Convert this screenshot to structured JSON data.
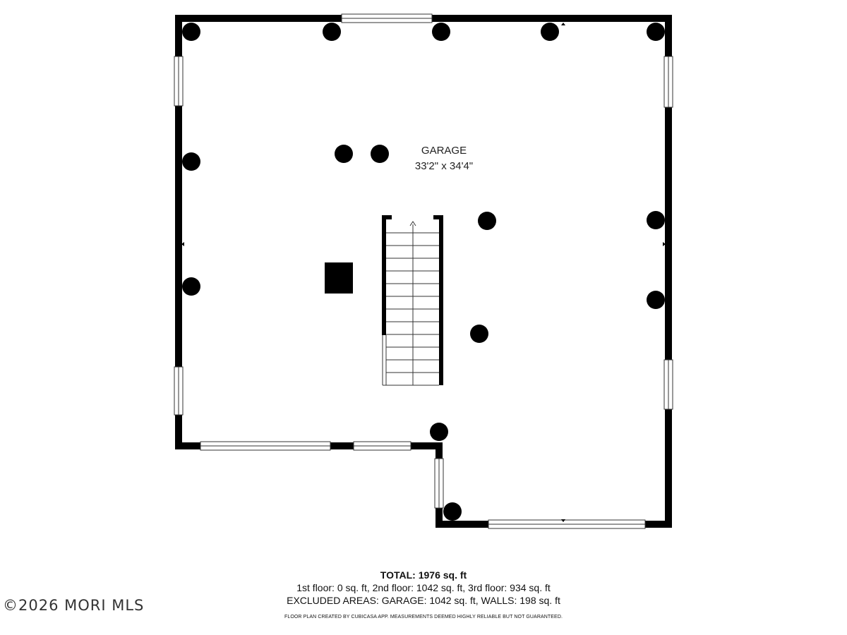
{
  "room": {
    "name": "GARAGE",
    "dimensions": "33'2\" x 34'4\""
  },
  "summary": {
    "total": "TOTAL: 1976 sq. ft",
    "floors": "1st floor: 0 sq. ft, 2nd floor: 1042 sq. ft, 3rd floor: 934 sq. ft",
    "excluded": "EXCLUDED AREAS: GARAGE: 1042 sq. ft, WALLS: 198 sq. ft",
    "credit": "FLOOR PLAN CREATED BY CUBICASA APP. MEASUREMENTS DEEMED HIGHLY RELIABLE BUT NOT GUARANTEED."
  },
  "watermark": "©2026 MORI MLS",
  "colors": {
    "wall": "#000000",
    "background": "#ffffff"
  }
}
